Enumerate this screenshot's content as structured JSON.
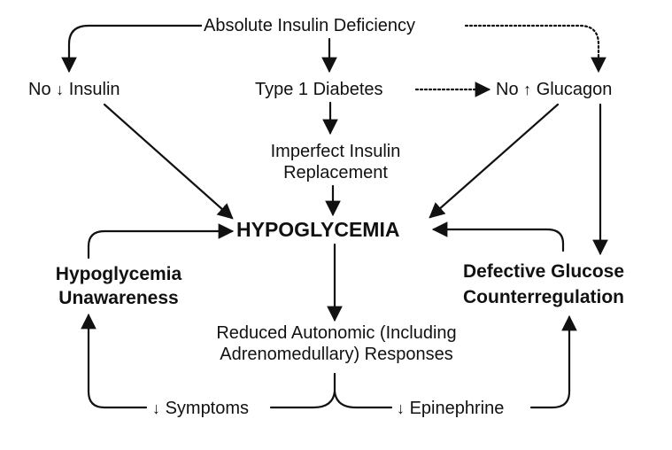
{
  "nodes": {
    "absolute_insulin_deficiency": "Absolute Insulin Deficiency",
    "no_insulin": {
      "prefix": "No",
      "arrow": "↓",
      "text": "Insulin"
    },
    "type1_diabetes": "Type 1 Diabetes",
    "no_glucagon": {
      "prefix": "No",
      "arrow": "↑",
      "text": "Glucagon"
    },
    "imperfect_replacement": {
      "line1": "Imperfect Insulin",
      "line2": "Replacement"
    },
    "hypoglycemia": "HYPOGLYCEMIA",
    "hypoglycemia_unawareness": {
      "line1": "Hypoglycemia",
      "line2": "Unawareness"
    },
    "defective_counterregulation": {
      "line1": "Defective Glucose",
      "line2": "Counterregulation"
    },
    "reduced_autonomic": {
      "line1": "Reduced Autonomic (Including",
      "line2": "Adrenomedullary) Responses"
    },
    "symptoms": {
      "arrow": "↓",
      "text": "Symptoms"
    },
    "epinephrine": {
      "arrow": "↓",
      "text": "Epinephrine"
    }
  },
  "colors": {
    "ink": "#111111",
    "background": "#ffffff"
  }
}
